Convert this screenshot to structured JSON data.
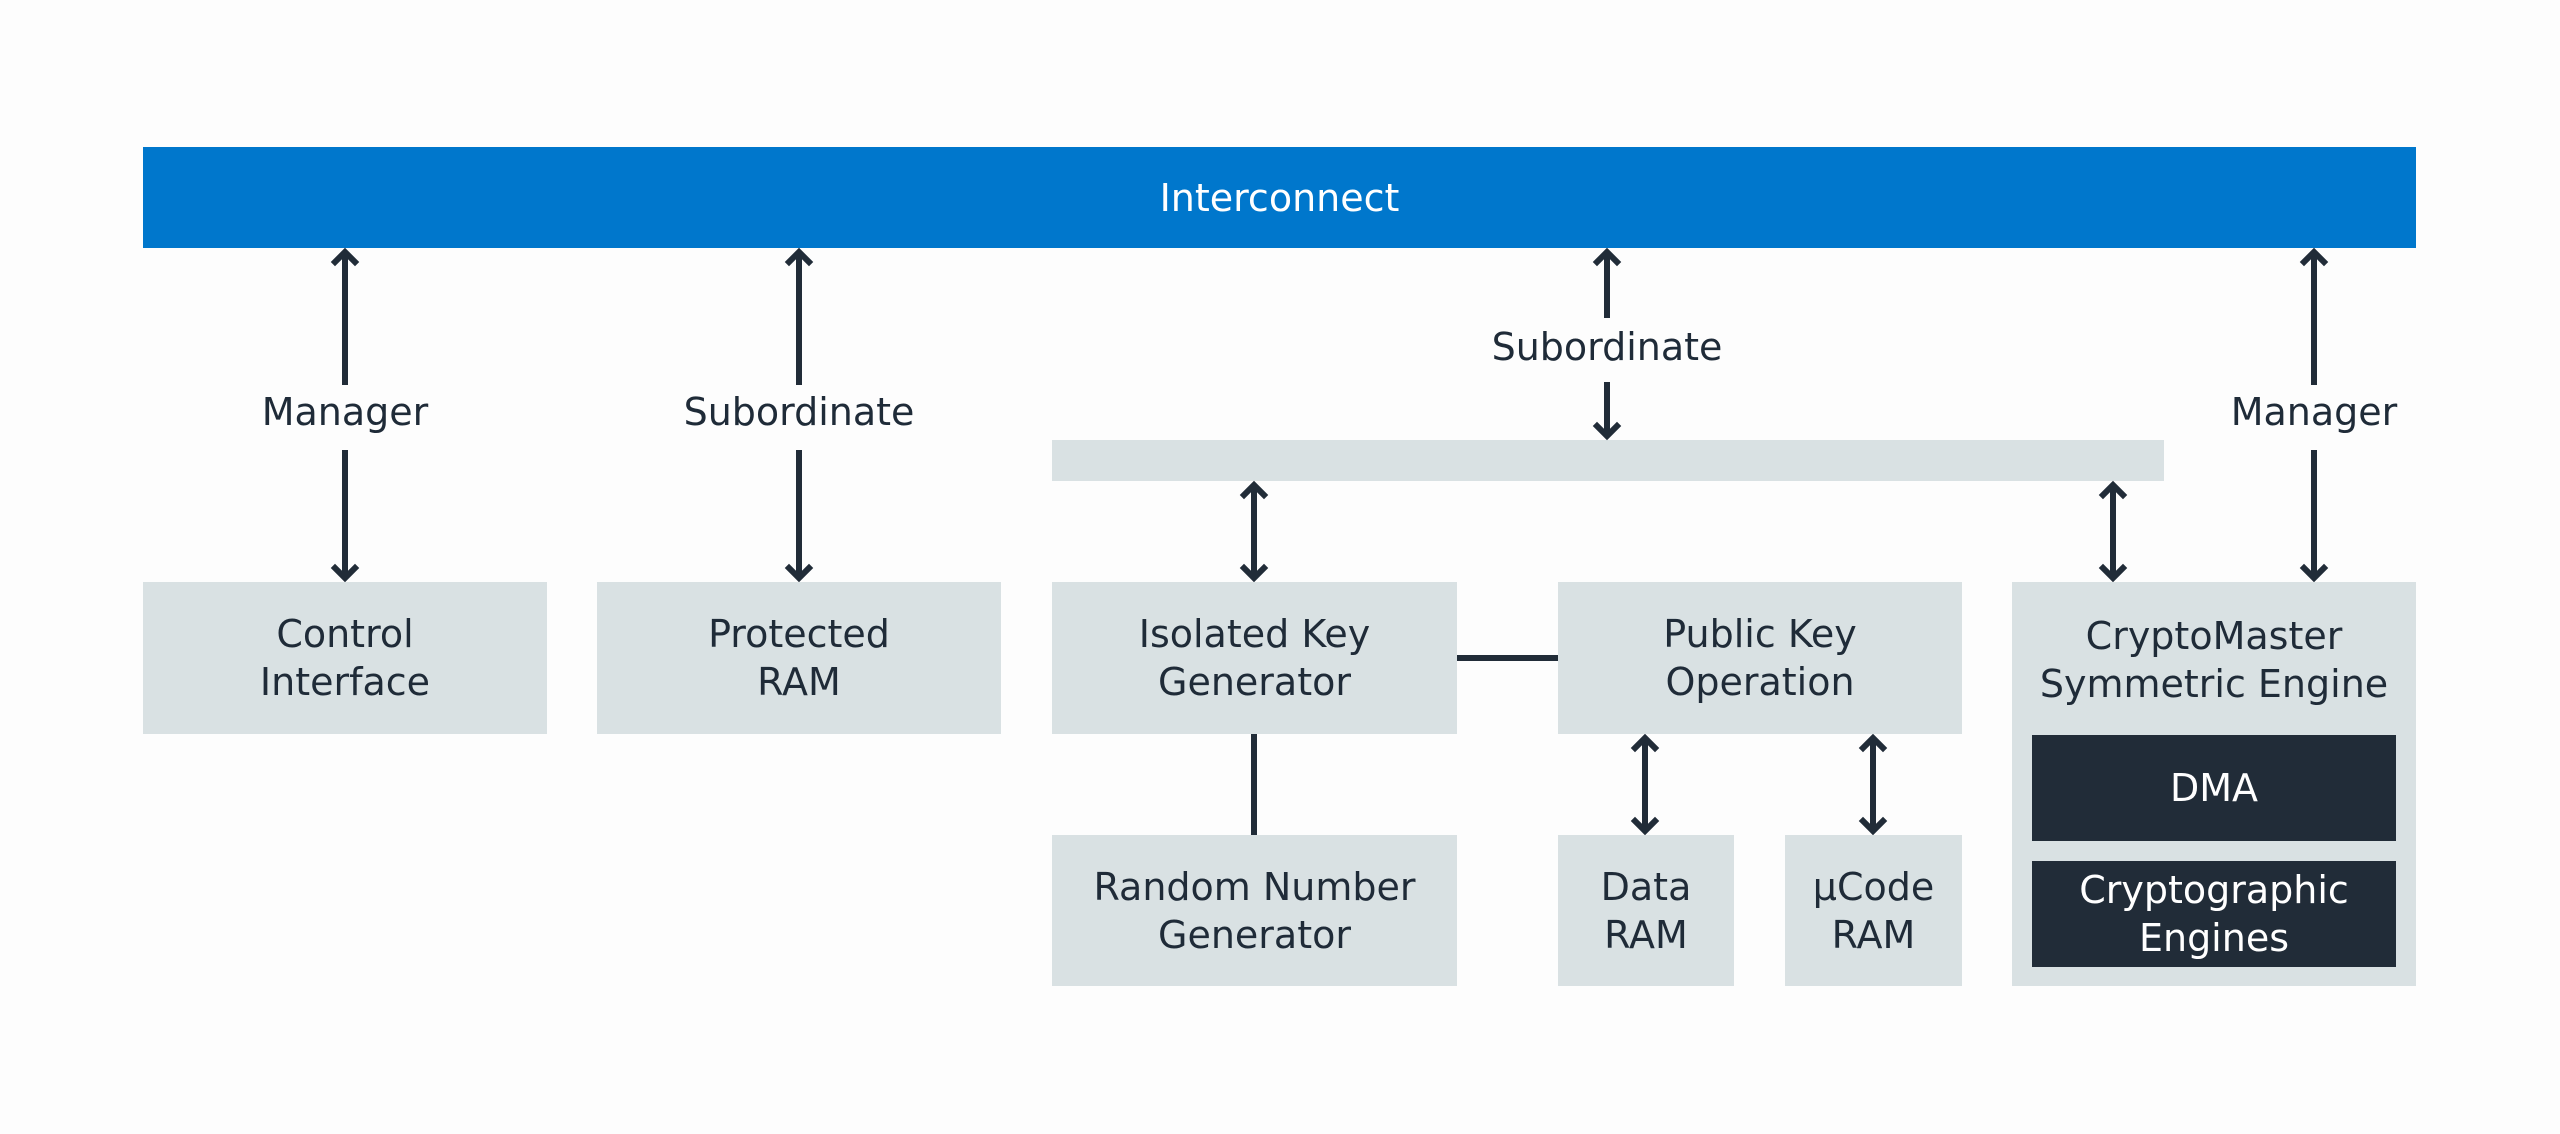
{
  "interconnect": {
    "label": "Interconnect"
  },
  "edge_labels": {
    "control_link": "Manager",
    "protected_link": "Subordinate",
    "pke_bus_link": "Subordinate",
    "crypto_link": "Manager"
  },
  "blocks": {
    "control_interface": {
      "line1": "Control",
      "line2": "Interface"
    },
    "protected_ram": {
      "line1": "Protected",
      "line2": "RAM"
    },
    "isolated_key_generator": {
      "line1": "Isolated Key",
      "line2": "Generator"
    },
    "public_key_operation": {
      "line1": "Public Key",
      "line2": "Operation"
    },
    "cryptomaster": {
      "line1": "CryptoMaster",
      "line2": "Symmetric Engine"
    },
    "random_number_generator": {
      "line1": "Random Number",
      "line2": "Generator"
    },
    "data_ram": {
      "line1": "Data",
      "line2": "RAM"
    },
    "ucode_ram": {
      "line1": "µCode",
      "line2": "RAM"
    },
    "dma": {
      "line1": "DMA"
    },
    "cryptographic_engines": {
      "line1": "Cryptographic",
      "line2": "Engines"
    }
  },
  "colors": {
    "interconnect": "#0077cc",
    "block": "#d9e1e3",
    "dark_block": "#212c38",
    "connector": "#212c38"
  }
}
